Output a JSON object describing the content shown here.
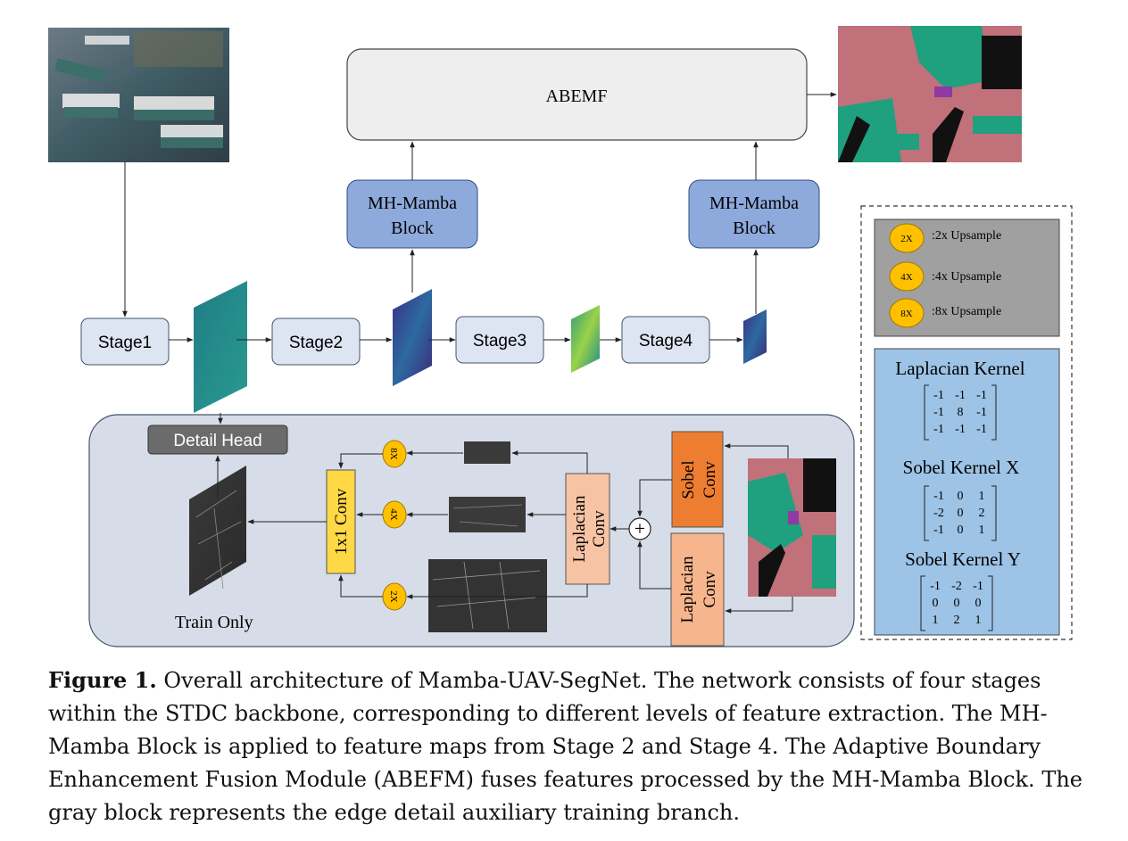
{
  "diagram": {
    "abemf": "ABEMF",
    "mamba_block_left": [
      "MH-Mamba",
      "Block"
    ],
    "mamba_block_right": [
      "MH-Mamba",
      "Block"
    ],
    "stages": [
      "Stage1",
      "Stage2",
      "Stage3",
      "Stage4"
    ],
    "detail_head": "Detail Head",
    "train_only": "Train Only",
    "conv_1x1": "1x1 Conv",
    "laplacian_conv_inner": [
      "Laplacian",
      "Conv"
    ],
    "sobel_conv": [
      "Sobel",
      "Conv"
    ],
    "laplacian_conv_outer": [
      "Laplacian",
      "Conv"
    ],
    "upsample_badges": [
      "8X",
      "4X",
      "2X"
    ],
    "plus_symbol": "+"
  },
  "legend": {
    "upsample": [
      {
        "badge": "2X",
        "label": ":2x Upsample"
      },
      {
        "badge": "4X",
        "label": ":4x Upsample"
      },
      {
        "badge": "8X",
        "label": ":8x Upsample"
      }
    ],
    "laplacian_title": "Laplacian Kernel",
    "laplacian_matrix": [
      [
        "-1",
        "-1",
        "-1"
      ],
      [
        "-1",
        "8",
        "-1"
      ],
      [
        "-1",
        "-1",
        "-1"
      ]
    ],
    "sobel_x_title": "Sobel Kernel X",
    "sobel_x_matrix": [
      [
        "-1",
        "0",
        "1"
      ],
      [
        "-2",
        "0",
        "2"
      ],
      [
        "-1",
        "0",
        "1"
      ]
    ],
    "sobel_y_title": "Sobel Kernel Y",
    "sobel_y_matrix": [
      [
        "-1",
        "-2",
        "-1"
      ],
      [
        "0",
        "0",
        "0"
      ],
      [
        "1",
        "2",
        "1"
      ]
    ]
  },
  "caption": {
    "label": "Figure 1.",
    "text": " Overall architecture of Mamba-UAV-SegNet. The network consists of four stages within the STDC backbone, corresponding to different levels of feature extraction. The MH-Mamba Block is applied to feature maps from Stage 2 and Stage 4. The Adaptive Boundary Enhancement Fusion Module (ABEFM) fuses features processed by the MH-Mamba Block. The gray block represents the edge detail auxiliary training branch."
  },
  "colors": {
    "stage_fill": "#dde5f3",
    "mamba_fill": "#8ea9db",
    "abemf_fill": "#eeeeee",
    "train_panel": "#d7dde8",
    "detail_head": "#6b6b6b",
    "conv_yellow": "#ffd845",
    "sobel_orange": "#ed7d31",
    "laplacian_peach": "#f6c3a5",
    "badge_yellow": "#ffc000",
    "legend_gray": "#a0a0a0",
    "legend_blue": "#9dc3e6"
  }
}
